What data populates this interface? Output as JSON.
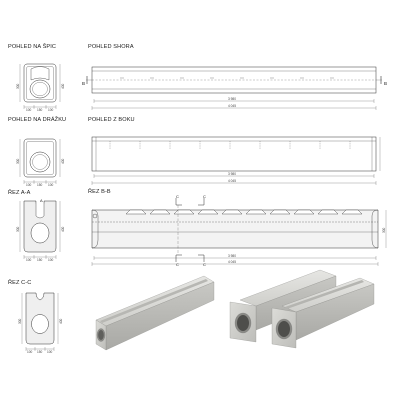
{
  "views": {
    "end_spigot": "POHLED NA ŠPIC",
    "end_socket": "POHLED NA DRÁŽKU",
    "section_aa": "ŘEZ A-A",
    "section_cc": "ŘEZ C-C",
    "top": "POHLED SHORA",
    "side": "POHLED Z BOKU",
    "section_bb": "ŘEZ B-B"
  },
  "markers": {
    "a_left": "A",
    "b_left": "B",
    "b_right": "B",
    "c_top": "C",
    "c_top2": "C",
    "c_bottom": "C",
    "c_bottom2": "C"
  },
  "dims": {
    "top_inner": "3 980",
    "top_total": "4 045",
    "side_inner": "3 980",
    "side_total": "4 045",
    "bb_inner": "3 980",
    "bb_total": "4 045",
    "bb_height": "300",
    "spigot_height": "300",
    "spigot_height2": "400",
    "spigot_w1": "100",
    "spigot_w2": "150",
    "spigot_w3": "100",
    "socket_height": "300",
    "socket_height2": "400",
    "socket_w1": "100",
    "socket_w2": "150",
    "socket_w3": "100",
    "aa_height": "300",
    "aa_height2": "400",
    "aa_w1": "100",
    "aa_w2": "150",
    "aa_w3": "100",
    "cc_height": "300",
    "cc_height2": "400",
    "cc_w1": "100",
    "cc_w2": "150",
    "cc_w3": "100"
  }
}
